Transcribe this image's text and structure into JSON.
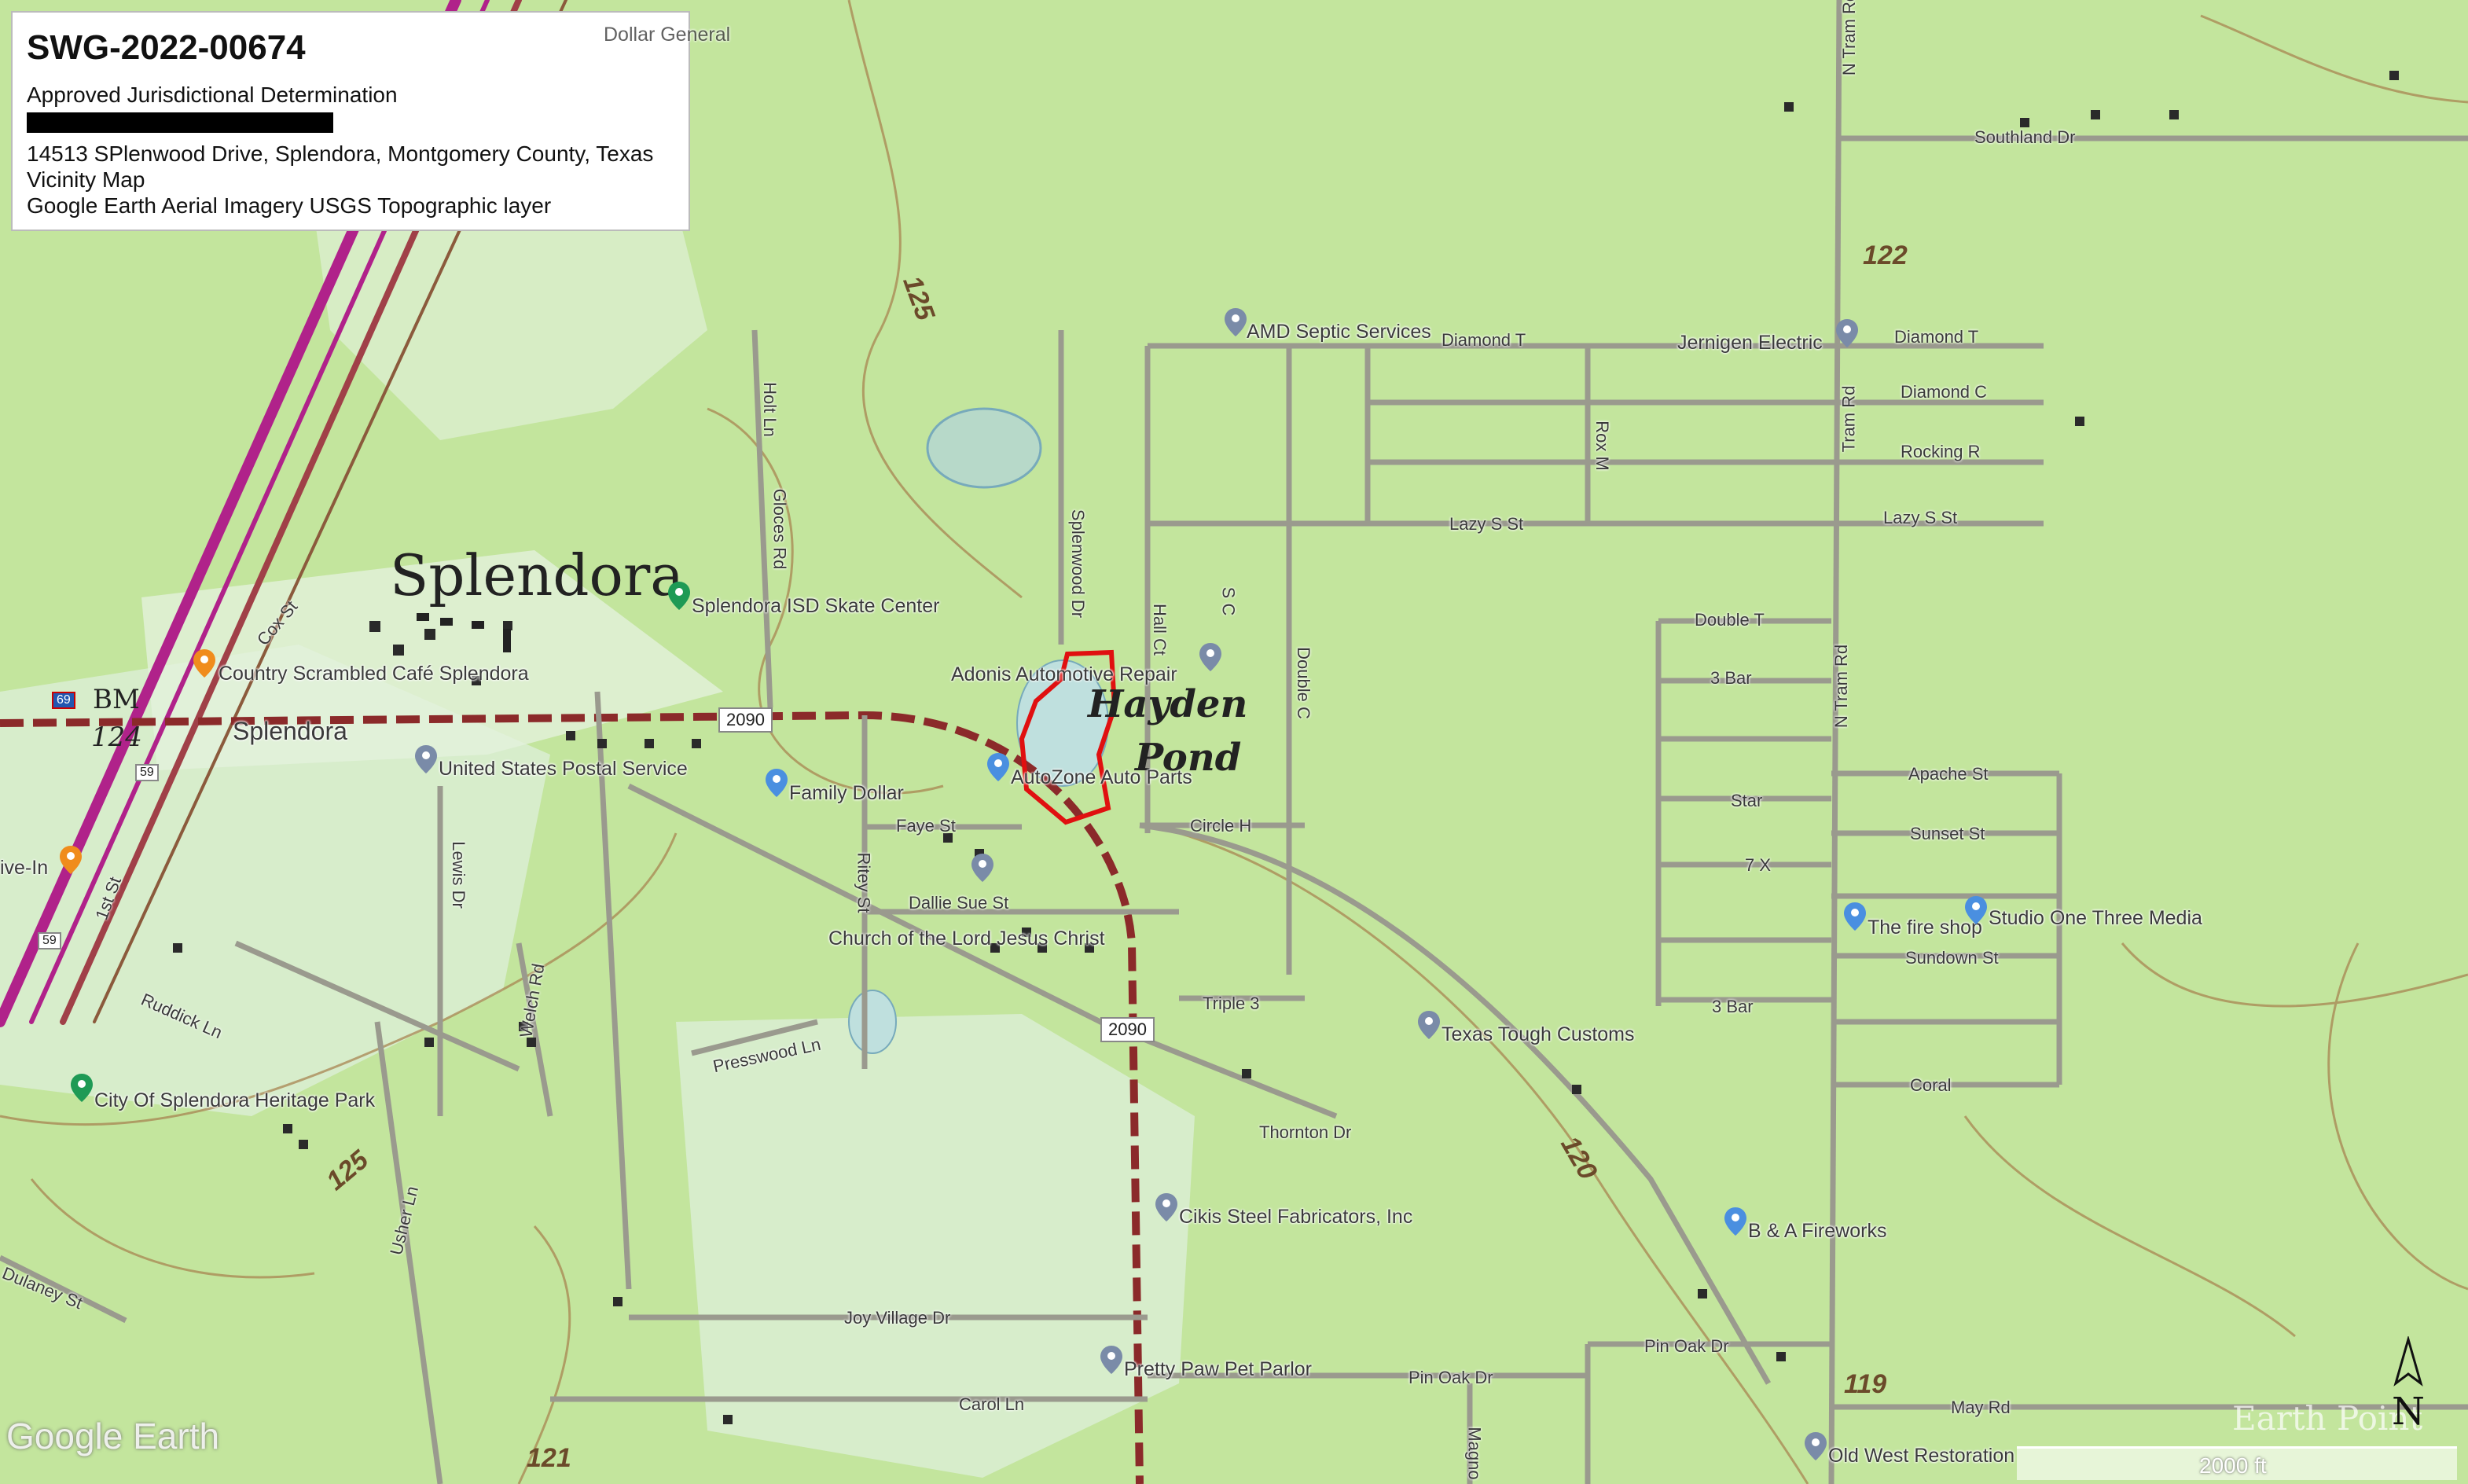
{
  "info_box": {
    "title": "SWG-2022-00674",
    "subtitle": "Approved Jurisdictional Determination",
    "address": "14513 SPlenwood Drive, Splendora, Montgomery County, Texas",
    "map_type": "Vicinity Map",
    "imagery": "Google Earth Aerial Imagery USGS Topographic layer"
  },
  "places": {
    "town_big": "Splendora",
    "town_small": "Splendora",
    "pond_1": "Hayden",
    "pond_2": "Pond",
    "bm": "BM",
    "bm_num": "124"
  },
  "pois": [
    "Splendora ISD Skate Center",
    "Country Scrambled Café Splendora",
    "United States Postal Service",
    "Family Dollar",
    "Adonis Automotive Repair",
    "AutoZone Auto Parts",
    "AMD Septic Services",
    "Jernigen Electric",
    "Church of the Lord Jesus Christ",
    "Texas Tough Customs",
    "Cikis Steel Fabricators, Inc",
    "B & A Fireworks",
    "Pretty Paw Pet Parlor",
    "Old West Restoration",
    "The fire shop",
    "Studio One Three Media",
    "City Of Splendora Heritage Park",
    "Dollar General",
    "ive-In"
  ],
  "roads": [
    "Southland Dr",
    "Diamond T",
    "Diamond T",
    "Diamond C",
    "Rocking R",
    "Lazy S St",
    "Lazy S St",
    "Double T",
    "3 Bar",
    "Apache St",
    "Star",
    "Sunset St",
    "7 X",
    "Sundown St",
    "3 Bar",
    "Coral",
    "Circle H",
    "Faye St",
    "Dallie Sue St",
    "Triple 3",
    "Thornton Dr",
    "Joy Village Dr",
    "Carol Ln",
    "Pin Oak Dr",
    "Pin Oak Dr",
    "May Rd",
    "Presswood Ln",
    "Ruddick Ln",
    "Dulaney St",
    "Usher Ln",
    "Cox St",
    "1st St",
    "Lewis Dr",
    "Welch Rd",
    "Gloces Rd",
    "Holt Ln",
    "Splenwood Dr",
    "Hall Ct",
    "S C",
    "Double C",
    "Rox M",
    "Tram Rd",
    "N Tram Rd",
    "N Tram Rd",
    "Magno",
    "Ritey St"
  ],
  "highway": {
    "fm": "2090",
    "fm2": "2090",
    "us": "59",
    "us2": "59",
    "i": "69"
  },
  "contours": [
    "125",
    "125",
    "120",
    "122",
    "119",
    "121"
  ],
  "scale": "2000 ft",
  "google_logo": "Google Earth",
  "watermark": "Earth Point",
  "north": "N",
  "colors": {
    "land": "#c3e59d",
    "road_outline": "#8c8c80",
    "survey_boundary": "#e01010",
    "highway": "#b0228a"
  }
}
